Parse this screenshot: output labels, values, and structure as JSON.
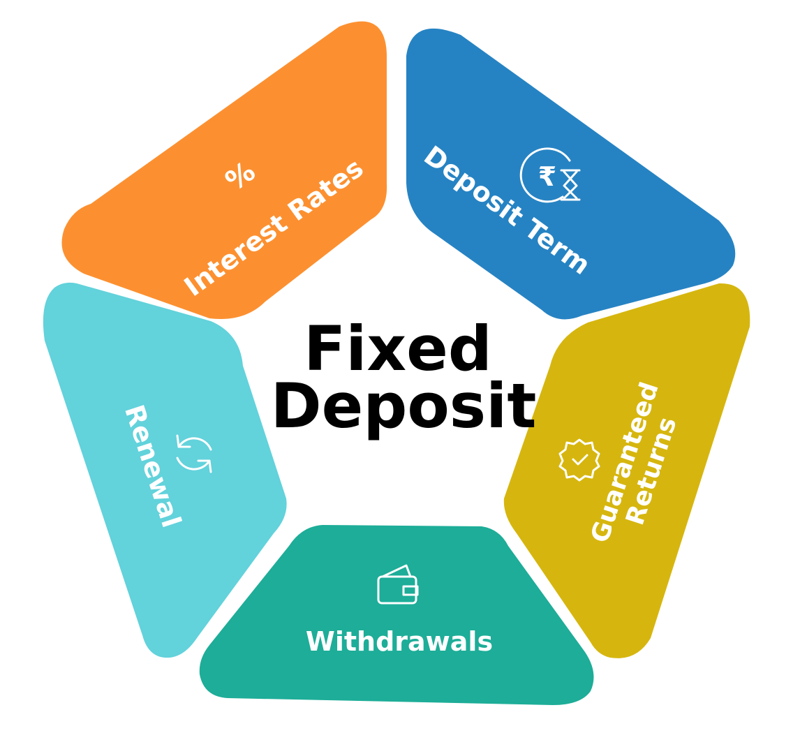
{
  "center": {
    "line1": "Fixed",
    "line2": "Deposit"
  },
  "segments": {
    "interest_rates": {
      "label": "Interest Rates",
      "icon_glyph": "%",
      "icon": "percent-icon",
      "color": "#FC9030"
    },
    "deposit_term": {
      "label": "Deposit Term",
      "icon_glyph": "₹",
      "icon": "rupee-hourglass-icon",
      "color": "#2683C3"
    },
    "guaranteed_returns": {
      "label_line1": "Guaranteed",
      "label_line2": "Returns",
      "icon": "badge-check-icon",
      "color": "#D6B60E"
    },
    "withdrawals": {
      "label": "Withdrawals",
      "icon": "wallet-icon",
      "color": "#1DAD98"
    },
    "renewal": {
      "label": "Renewal",
      "icon": "refresh-icon",
      "color": "#62D2DB"
    }
  }
}
